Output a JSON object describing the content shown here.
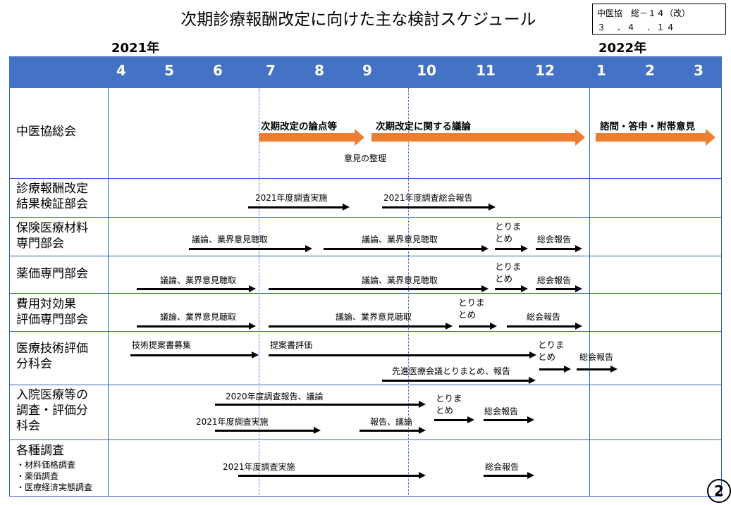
{
  "title": "次期診療報酬改定に向けた主な検討スケジュール",
  "doc_ref": {
    "line1": "中医協　総－１４（改）",
    "line2": "３　．４　．１４"
  },
  "years": {
    "left": "2021年",
    "right": "2022年"
  },
  "months": [
    "4",
    "5",
    "6",
    "7",
    "8",
    "9",
    "10",
    "11",
    "12",
    "1",
    "2",
    "3"
  ],
  "rows": [
    {
      "label": "中医協総会",
      "items": [
        "次期改定の論点等",
        "次期改定に関する議論",
        "諮問・答申・附帯意見",
        "意見の整理"
      ]
    },
    {
      "label": "診療報酬改定\n結果検証部会",
      "items": [
        "2021年度調査実施",
        "2021年度調査総会報告"
      ]
    },
    {
      "label": "保険医療材料\n専門部会",
      "items": [
        "議論、業界意見聴取",
        "議論、業界意見聴取",
        "とりまとめ",
        "総会報告"
      ]
    },
    {
      "label": "薬価専門部会",
      "items": [
        "議論、業界意見聴取",
        "議論、業界意見聴取",
        "とりまとめ",
        "総会報告"
      ]
    },
    {
      "label": "費用対効果\n評価専門部会",
      "items": [
        "議論、業界意見聴取",
        "議論、業界意見聴取",
        "とりまとめ",
        "総会報告"
      ]
    },
    {
      "label": "医療技術評価\n分科会",
      "items": [
        "技術提案書募集",
        "提案書評価",
        "とりまとめ",
        "総会報告",
        "先進医療会議とりまとめ、報告"
      ]
    },
    {
      "label": "入院医療等の\n調査・評価分\n科会",
      "items": [
        "2020年度調査報告、議論",
        "2021年度調査実施",
        "報告、議論",
        "とりまとめ",
        "総会報告"
      ]
    },
    {
      "label": "各種調査",
      "sub": [
        "・材料価格調査",
        "・薬価調査",
        "・医療経済実態調査"
      ],
      "items": [
        "2021年度調査実施",
        "総会報告"
      ]
    }
  ],
  "page_number": "2",
  "colors": {
    "header": "#4472c4",
    "accent_arrow": "#ed7d31",
    "grid": "#2f5fc0"
  }
}
